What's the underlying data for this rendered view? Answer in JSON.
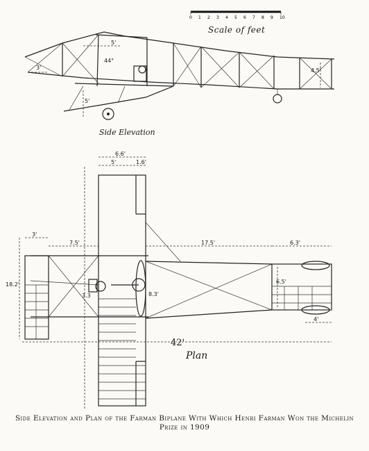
{
  "scale": {
    "label": "Scale of feet",
    "ticks": [
      "0",
      "1",
      "2",
      "3",
      "4",
      "5",
      "6",
      "7",
      "8",
      "9",
      "10"
    ]
  },
  "side_elevation": {
    "label": "Side Elevation",
    "dims": {
      "top_chord": "5'",
      "wing_gap": "5'",
      "front": "3'",
      "tail": "4.5'",
      "angle": "44°"
    }
  },
  "plan": {
    "label": "Plan",
    "dims": {
      "chord_top": "6.6'",
      "chord_left": "5'",
      "chord_right": "1.6'",
      "elevator": "3'",
      "front_span": "7.5'",
      "boom": "17.5'",
      "tail_len": "6.3'",
      "span": "18.2'",
      "engine": "3.3",
      "prop": "8.3'",
      "tail_width": "6.5'",
      "tail_end": "4'",
      "overall": "42'"
    }
  },
  "caption": "Side Elevation and Plan of the Farman Biplane With Which Henri Farman Won the Michelin Prize in 1909"
}
